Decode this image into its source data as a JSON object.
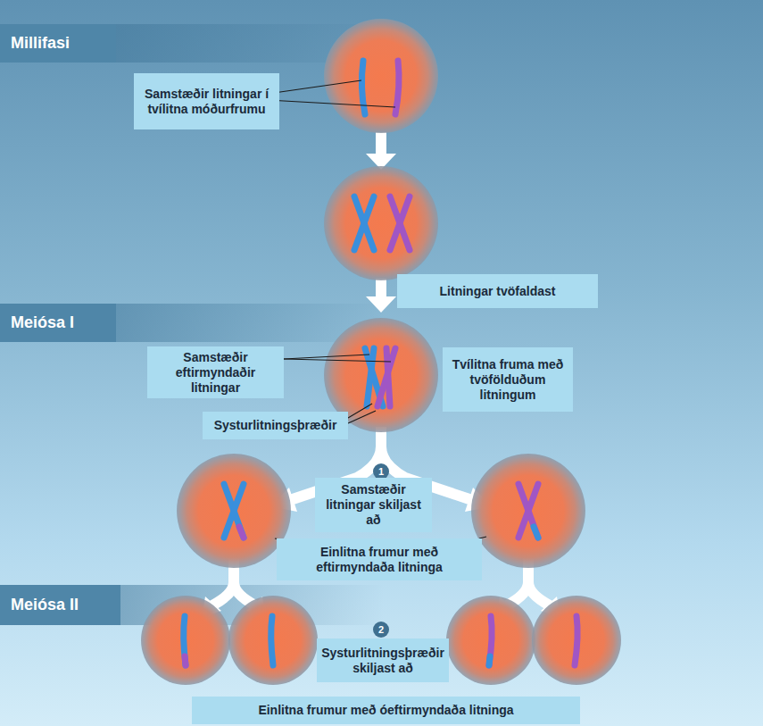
{
  "diagram": {
    "nodes": [
      {
        "text": [
          "Millifasi"
        ]
      },
      {
        "text": [
          "Samstæðir litningar í tvílitna móðurfrumu"
        ]
      },
      {
        "text": [
          "Litningar tvöfaldast"
        ]
      },
      {
        "text": [
          "Meiósa I"
        ]
      },
      {
        "text": [
          "Samstæðir eftirmyndaðir litningar"
        ]
      },
      {
        "text": [
          "Tvílitna fruma með tvöfölduðum litningum"
        ]
      },
      {
        "text": [
          "Systurlitningsþræðir"
        ]
      },
      {
        "text": [
          "1"
        ]
      },
      {
        "text": [
          "Samstæðir litningar skiljast að"
        ]
      },
      {
        "text": [
          "Einlitna frumur með eftirmyndaða litninga"
        ]
      },
      {
        "text": [
          "Meiósa II"
        ]
      },
      {
        "text": [
          "2"
        ]
      },
      {
        "text": [
          "Systurlitningsþræðir skiljast að"
        ]
      },
      {
        "text": [
          "Einlitna frumur með óeftirmyndaða litninga"
        ]
      }
    ]
  }
}
